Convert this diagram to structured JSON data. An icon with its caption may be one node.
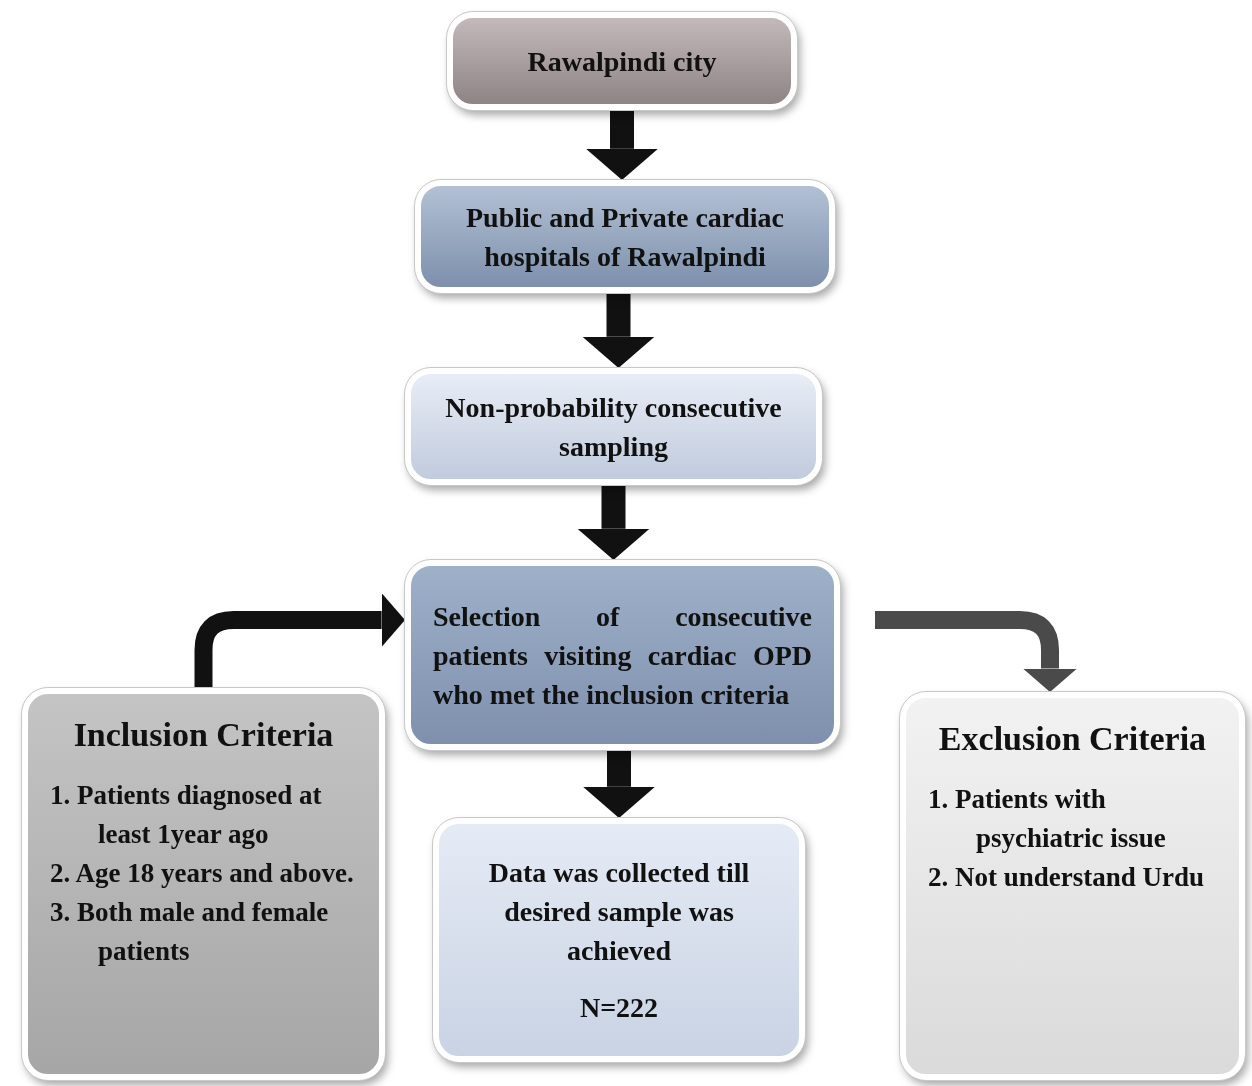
{
  "diagram": {
    "nodes": [
      {
        "text": [
          "Rawalpindi city"
        ]
      },
      {
        "text": [
          "Public and Private cardiac hospitals of Rawalpindi"
        ]
      },
      {
        "text": [
          "Non-probability consecutive sampling"
        ]
      },
      {
        "text": [
          "Selection of consecutive patients visiting cardiac OPD who met the inclusion criteria"
        ]
      },
      {
        "text": [
          "Inclusion Criteria",
          "1. Patients diagnosed at least 1year ago",
          "2. Age 18 years and above.",
          "3. Both male and female patients"
        ]
      },
      {
        "text": [
          "Data was collected till desired sample was achieved",
          "N=222"
        ]
      },
      {
        "text": [
          "Exclusion Criteria",
          "1. Patients with psychiatric issue",
          "2. Not understand Urdu"
        ]
      }
    ],
    "edges": [
      {
        "from": 0,
        "to": 1,
        "arrow": "to"
      },
      {
        "from": 1,
        "to": 2,
        "arrow": "to"
      },
      {
        "from": 2,
        "to": 3,
        "arrow": "to"
      },
      {
        "from": 3,
        "to": 5,
        "arrow": "to"
      },
      {
        "from": 4,
        "to": 3,
        "arrow": "to"
      },
      {
        "from": 3,
        "to": 6,
        "arrow": "to",
        "color": "#4a4a4a"
      }
    ]
  }
}
